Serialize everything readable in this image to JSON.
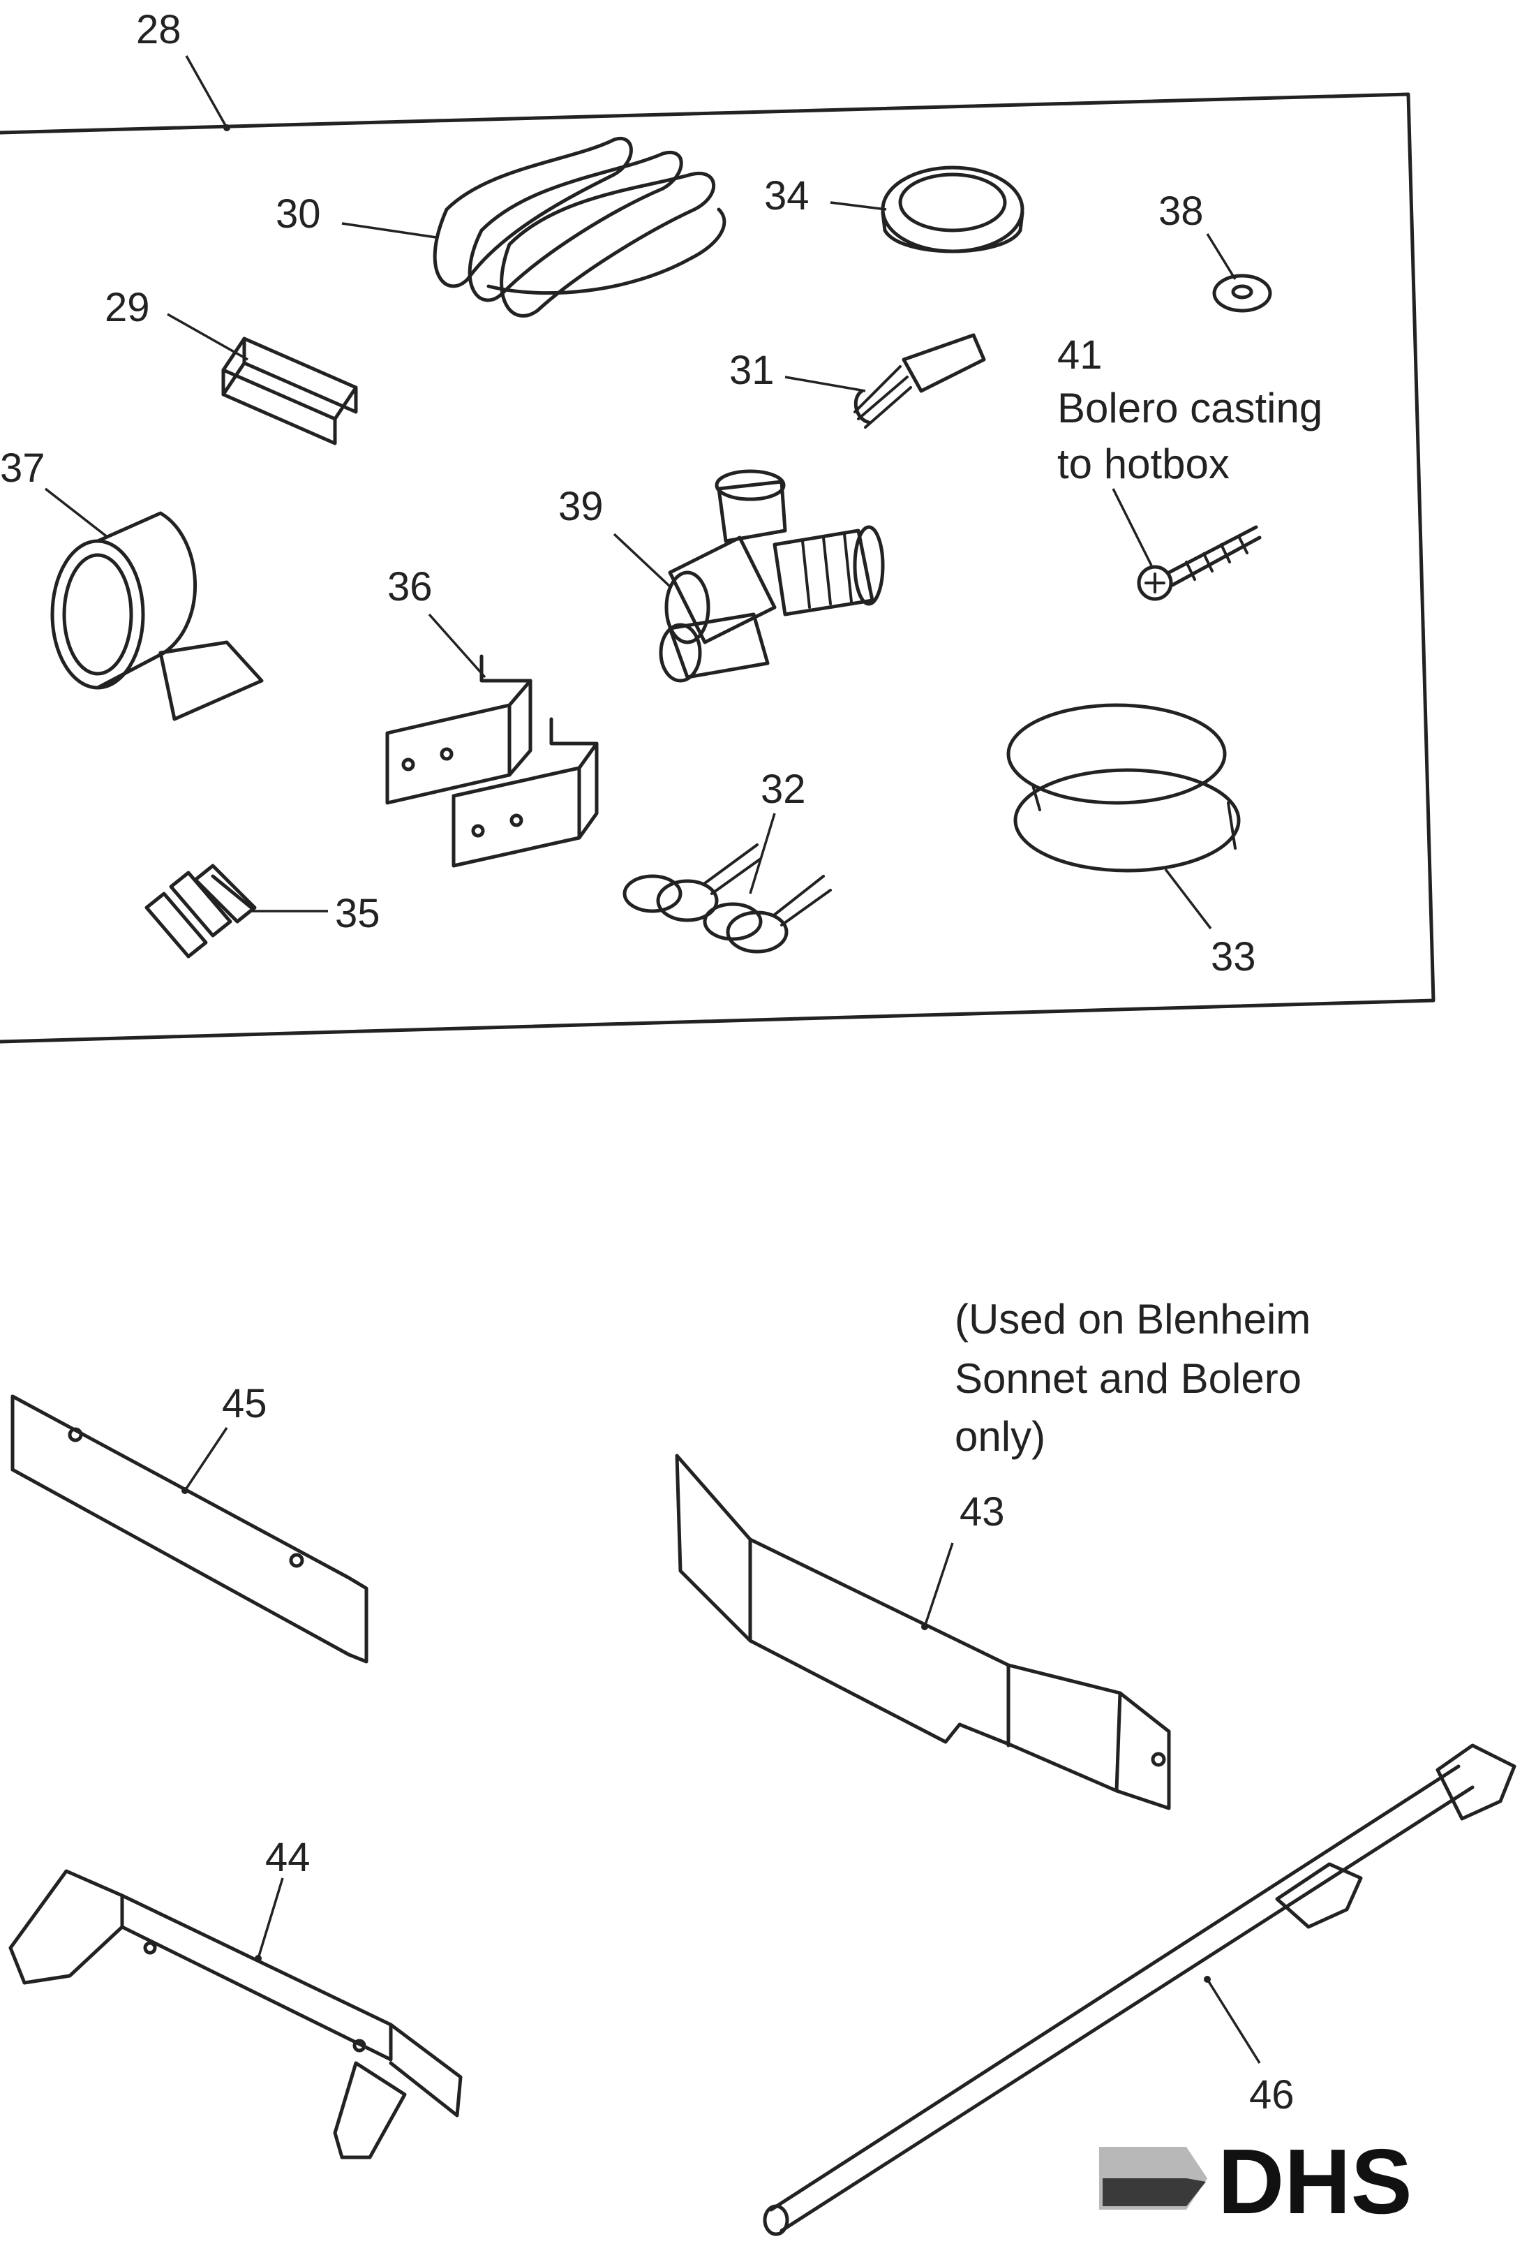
{
  "callouts": {
    "c28": "28",
    "c29": "29",
    "c30": "30",
    "c31": "31",
    "c32": "32",
    "c33": "33",
    "c34": "34",
    "c35": "35",
    "c36": "36",
    "c37": "37",
    "c38": "38",
    "c39": "39",
    "c41": "41",
    "c43": "43",
    "c44": "44",
    "c45": "45",
    "c46": "46"
  },
  "notes": {
    "bolero_line1": "Bolero casting",
    "bolero_line2": "to hotbox",
    "used_line1": "(Used on Blenheim",
    "used_line2": "Sonnet and Bolero",
    "used_line3": "only)"
  },
  "logo": {
    "text": "DHS",
    "icon": "arrow-logo-icon",
    "colors": {
      "mark_light": "#b8b8b8",
      "mark_dark": "#3a3a3a",
      "text": "#111111"
    }
  }
}
